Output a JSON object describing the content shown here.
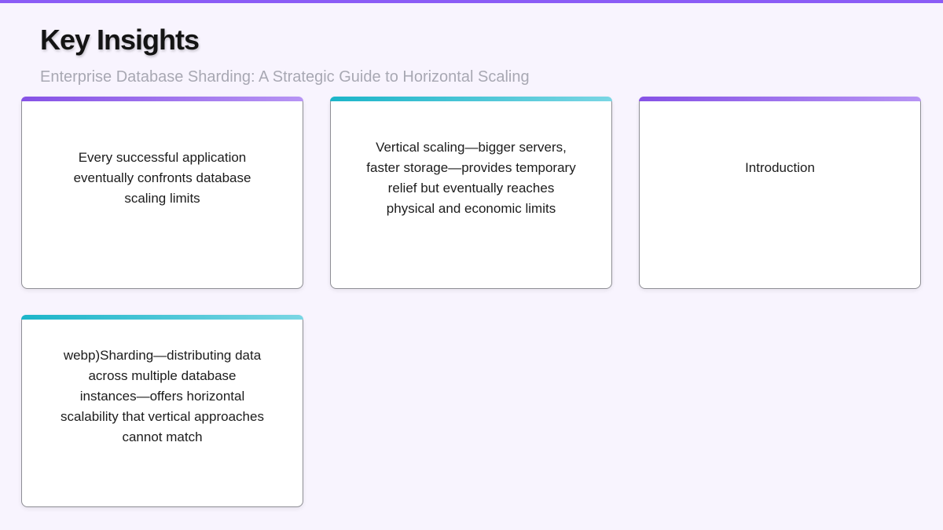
{
  "header": {
    "title": "Key Insights",
    "subtitle": "Enterprise Database Sharding: A Strategic Guide to Horizontal Scaling"
  },
  "cards": [
    {
      "text": "Every successful application eventually confronts database scaling limits",
      "accent": "purple"
    },
    {
      "text": "Vertical scaling—bigger servers, faster storage—provides temporary relief but eventually reaches physical and economic limits",
      "accent": "teal"
    },
    {
      "text": "Introduction",
      "accent": "purple"
    },
    {
      "text": "webp)Sharding—distributing data across multiple database instances—offers horizontal scalability that vertical approaches cannot match",
      "accent": "teal"
    }
  ],
  "colors": {
    "background": "#f8f4fe",
    "accent_purple": "#8b5cf6",
    "accent_teal": "#1cb5c9",
    "subtitle": "#a8a8b3"
  }
}
